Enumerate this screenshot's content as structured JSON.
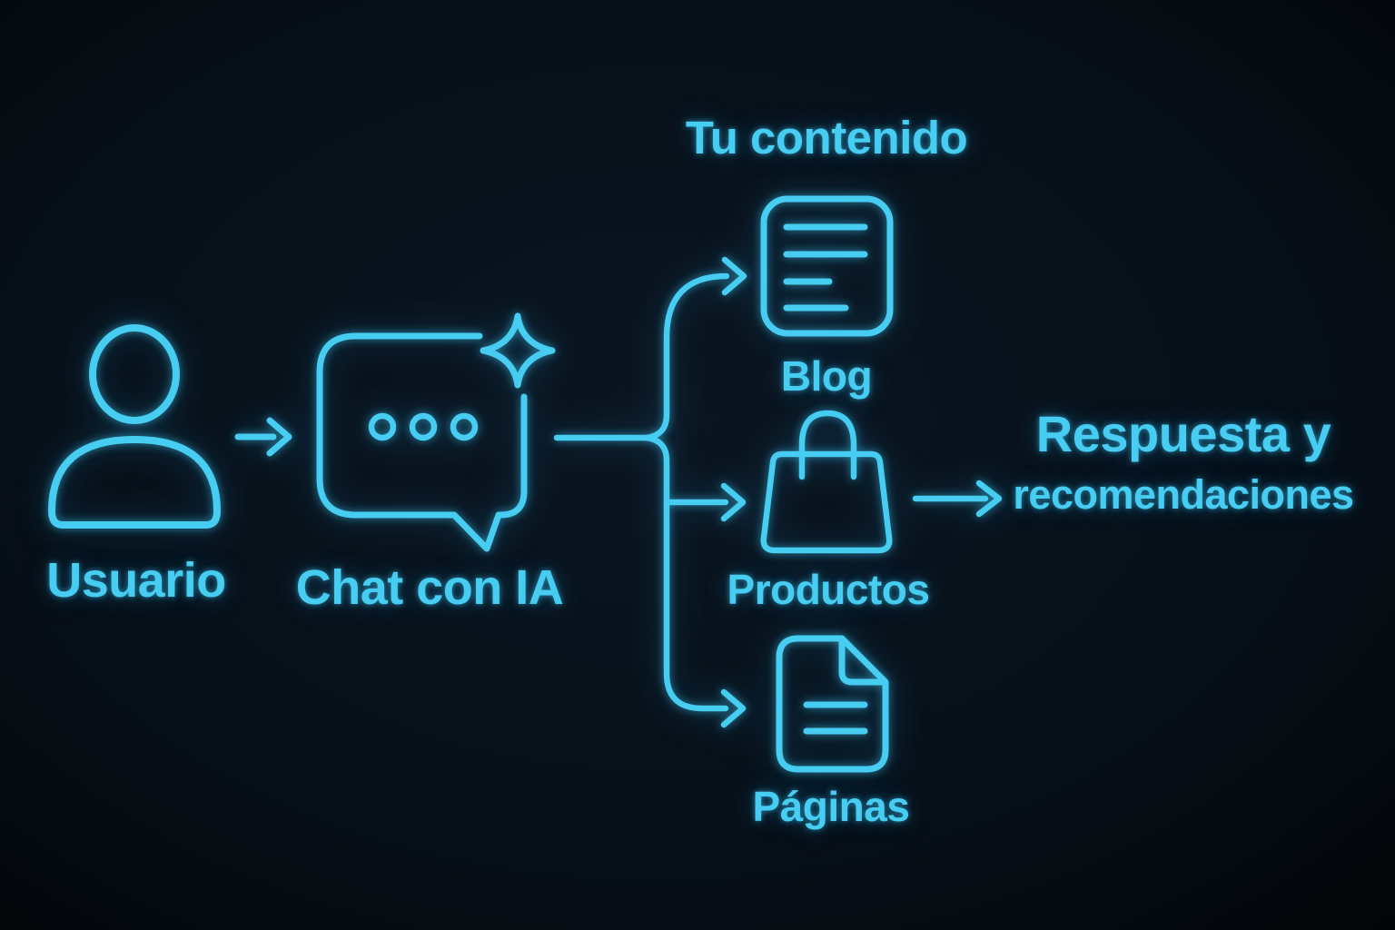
{
  "theme": {
    "accent": "#46CDF1",
    "glow": "#2FA9DC",
    "background_center": "#0B1520",
    "background_edge": "#030609"
  },
  "diagram": {
    "nodes": {
      "user": {
        "label": "Usuario",
        "icon": "user-icon"
      },
      "chat": {
        "label": "Chat con IA",
        "icon": "chat-bubble-sparkle-icon"
      },
      "content": {
        "title": "Tu contenido",
        "items": [
          {
            "label": "Blog",
            "icon": "document-lines-icon"
          },
          {
            "label": "Productos",
            "icon": "shopping-bag-icon"
          },
          {
            "label": "Páginas",
            "icon": "page-folded-corner-icon"
          }
        ]
      },
      "output": {
        "line1": "Respuesta y",
        "line2": "recomendaciones"
      }
    },
    "edges": [
      {
        "from": "Usuario",
        "to": "Chat con IA"
      },
      {
        "from": "Chat con IA",
        "to": "Blog"
      },
      {
        "from": "Chat con IA",
        "to": "Productos"
      },
      {
        "from": "Chat con IA",
        "to": "Páginas"
      },
      {
        "from": "Tu contenido",
        "to": "Respuesta y recomendaciones"
      }
    ]
  }
}
